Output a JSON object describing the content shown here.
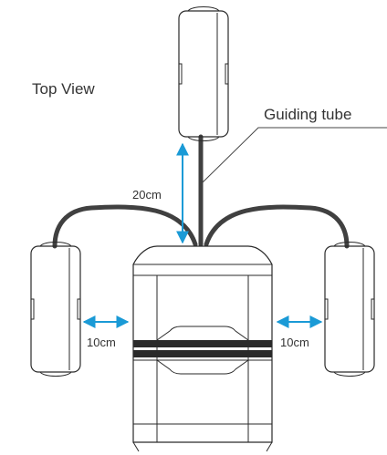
{
  "view_label": "Top View",
  "callout_label": "Guiding tube",
  "dimensions": {
    "top_gap": "20cm",
    "left_gap": "10cm",
    "right_gap": "10cm"
  },
  "colors": {
    "arrow": "#1a9ad6",
    "tube": "#404040",
    "outline": "#2a2a2a",
    "text": "#333333"
  },
  "parts": [
    "top-sensor-unit",
    "left-sensor-unit",
    "right-sensor-unit",
    "center-hub-unit",
    "guiding-tube"
  ]
}
